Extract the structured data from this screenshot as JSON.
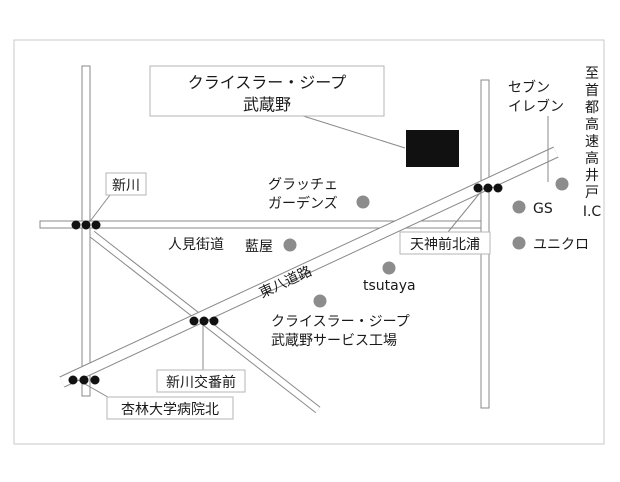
{
  "title": {
    "line1": "クライスラー・ジープ",
    "line2": "武蔵野"
  },
  "roads": {
    "main": "東八道路",
    "kaido": "人見街道"
  },
  "intersections": {
    "shinkawa": "新川",
    "shinkawa_koban_mae": "新川交番前",
    "kyorin_hospital_north": "杏林大学病院北",
    "tenjinmae_kitaura": "天神前北浦"
  },
  "places": {
    "gracce_line1": "グラッチェ",
    "gracce_line2": "ガーデンズ",
    "aiya": "藍屋",
    "tsutaya": "tsutaya",
    "service_line1": "クライスラー・ジープ",
    "service_line2": "武蔵野サービス工場",
    "seven_line1": "セブン",
    "seven_line2": "イレブン",
    "gs": "GS",
    "uniqlo": "ユニクロ"
  },
  "highway": {
    "chars": [
      "至",
      "首",
      "都",
      "高",
      "速",
      "高",
      "井",
      "戸",
      "I.C"
    ]
  },
  "colors": {
    "road": "#c9c9c9",
    "road_edge": "#8a8a8a",
    "dealer": "#111111",
    "poi": "#8c8c8c",
    "signal": "#111111"
  }
}
